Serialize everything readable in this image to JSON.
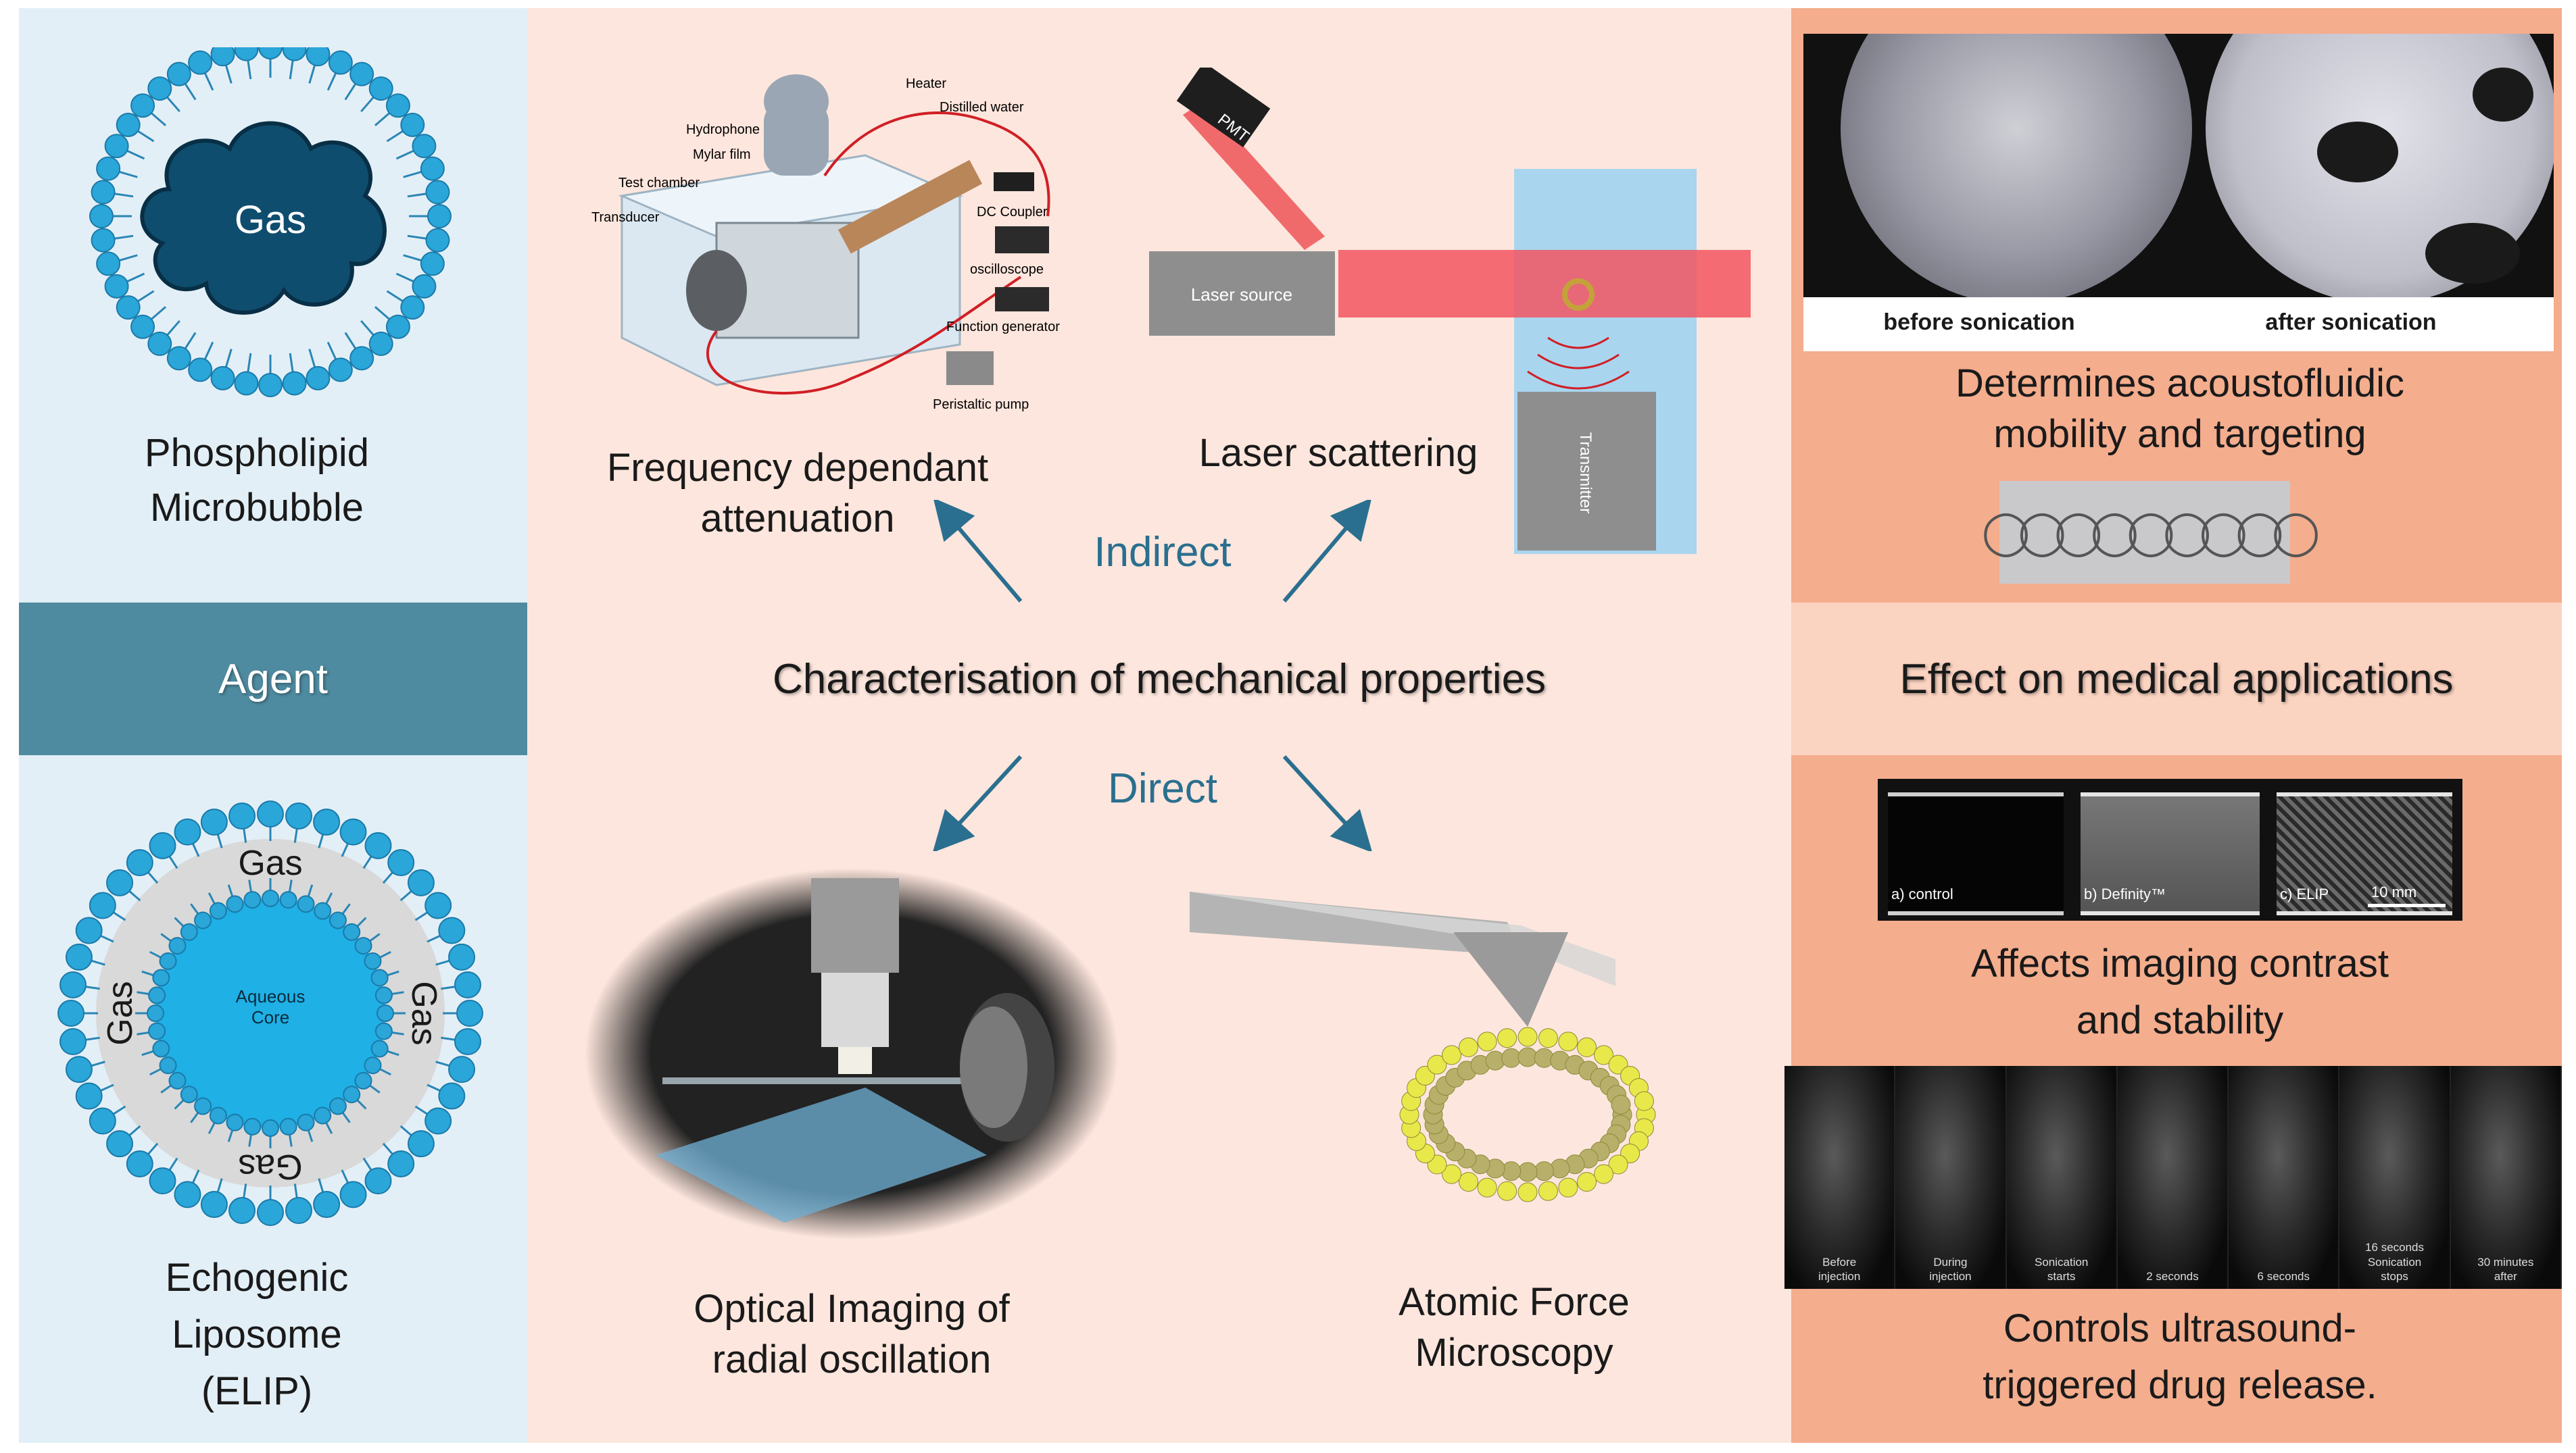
{
  "header": {
    "agent": "Agent",
    "characterisation": "Characterisation of mechanical properties",
    "effect": "Effect on medical applications"
  },
  "arrows": {
    "indirect": "Indirect",
    "direct": "Direct"
  },
  "agents": {
    "microbubble": {
      "label": "Phospholipid\nMicrobubble",
      "core": "Gas"
    },
    "liposome": {
      "label": "Echogenic\nLiposome\n(ELIP)",
      "gas": "Gas",
      "core": "Aqueous\nCore"
    }
  },
  "methods": {
    "attenuation": {
      "label": "Frequency dependant\nattenuation",
      "parts": {
        "heater": "Heater",
        "water": "Distilled water",
        "hydrophone": "Hydrophone",
        "mylar": "Mylar film",
        "chamber": "Test chamber",
        "transducer": "Transducer",
        "coupler": "DC Coupler",
        "oscilloscope": "oscilloscope",
        "generator": "Function generator",
        "pump": "Peristaltic pump"
      }
    },
    "scattering": {
      "label": "Laser scattering",
      "pmt": "PMT",
      "laser": "Laser source",
      "transmitter": "Transmitter"
    },
    "optical": {
      "label": "Optical Imaging of\nradial oscillation"
    },
    "afm": {
      "label": "Atomic Force\nMicroscopy"
    }
  },
  "effects": {
    "mobility": {
      "label": "Determines acoustofluidic\nmobility and targeting",
      "before": "before sonication",
      "after": "after sonication"
    },
    "contrast": {
      "label": "Affects imaging contrast\nand stability",
      "panels": [
        "a) control",
        "b) Definity™",
        "c) ELIP"
      ],
      "scale": "10 mm"
    },
    "release": {
      "label": "Controls ultrasound-\ntriggered drug release.",
      "frames": [
        "Before\ninjection",
        "During\ninjection",
        "Sonication\nstarts",
        "2 seconds",
        "6 seconds",
        "16 seconds\nSonication\nstops",
        "30 minutes\nafter"
      ]
    }
  },
  "colors": {
    "agent_band": "#4f8ba0",
    "agent_bg": "#e3eff7",
    "mid_bg": "#fde6dd",
    "right_bg": "#f4ad8d",
    "arrow": "#2a6f8f",
    "bubble": "#2aa6d9",
    "gas_cloud": "#0f4d6e"
  }
}
